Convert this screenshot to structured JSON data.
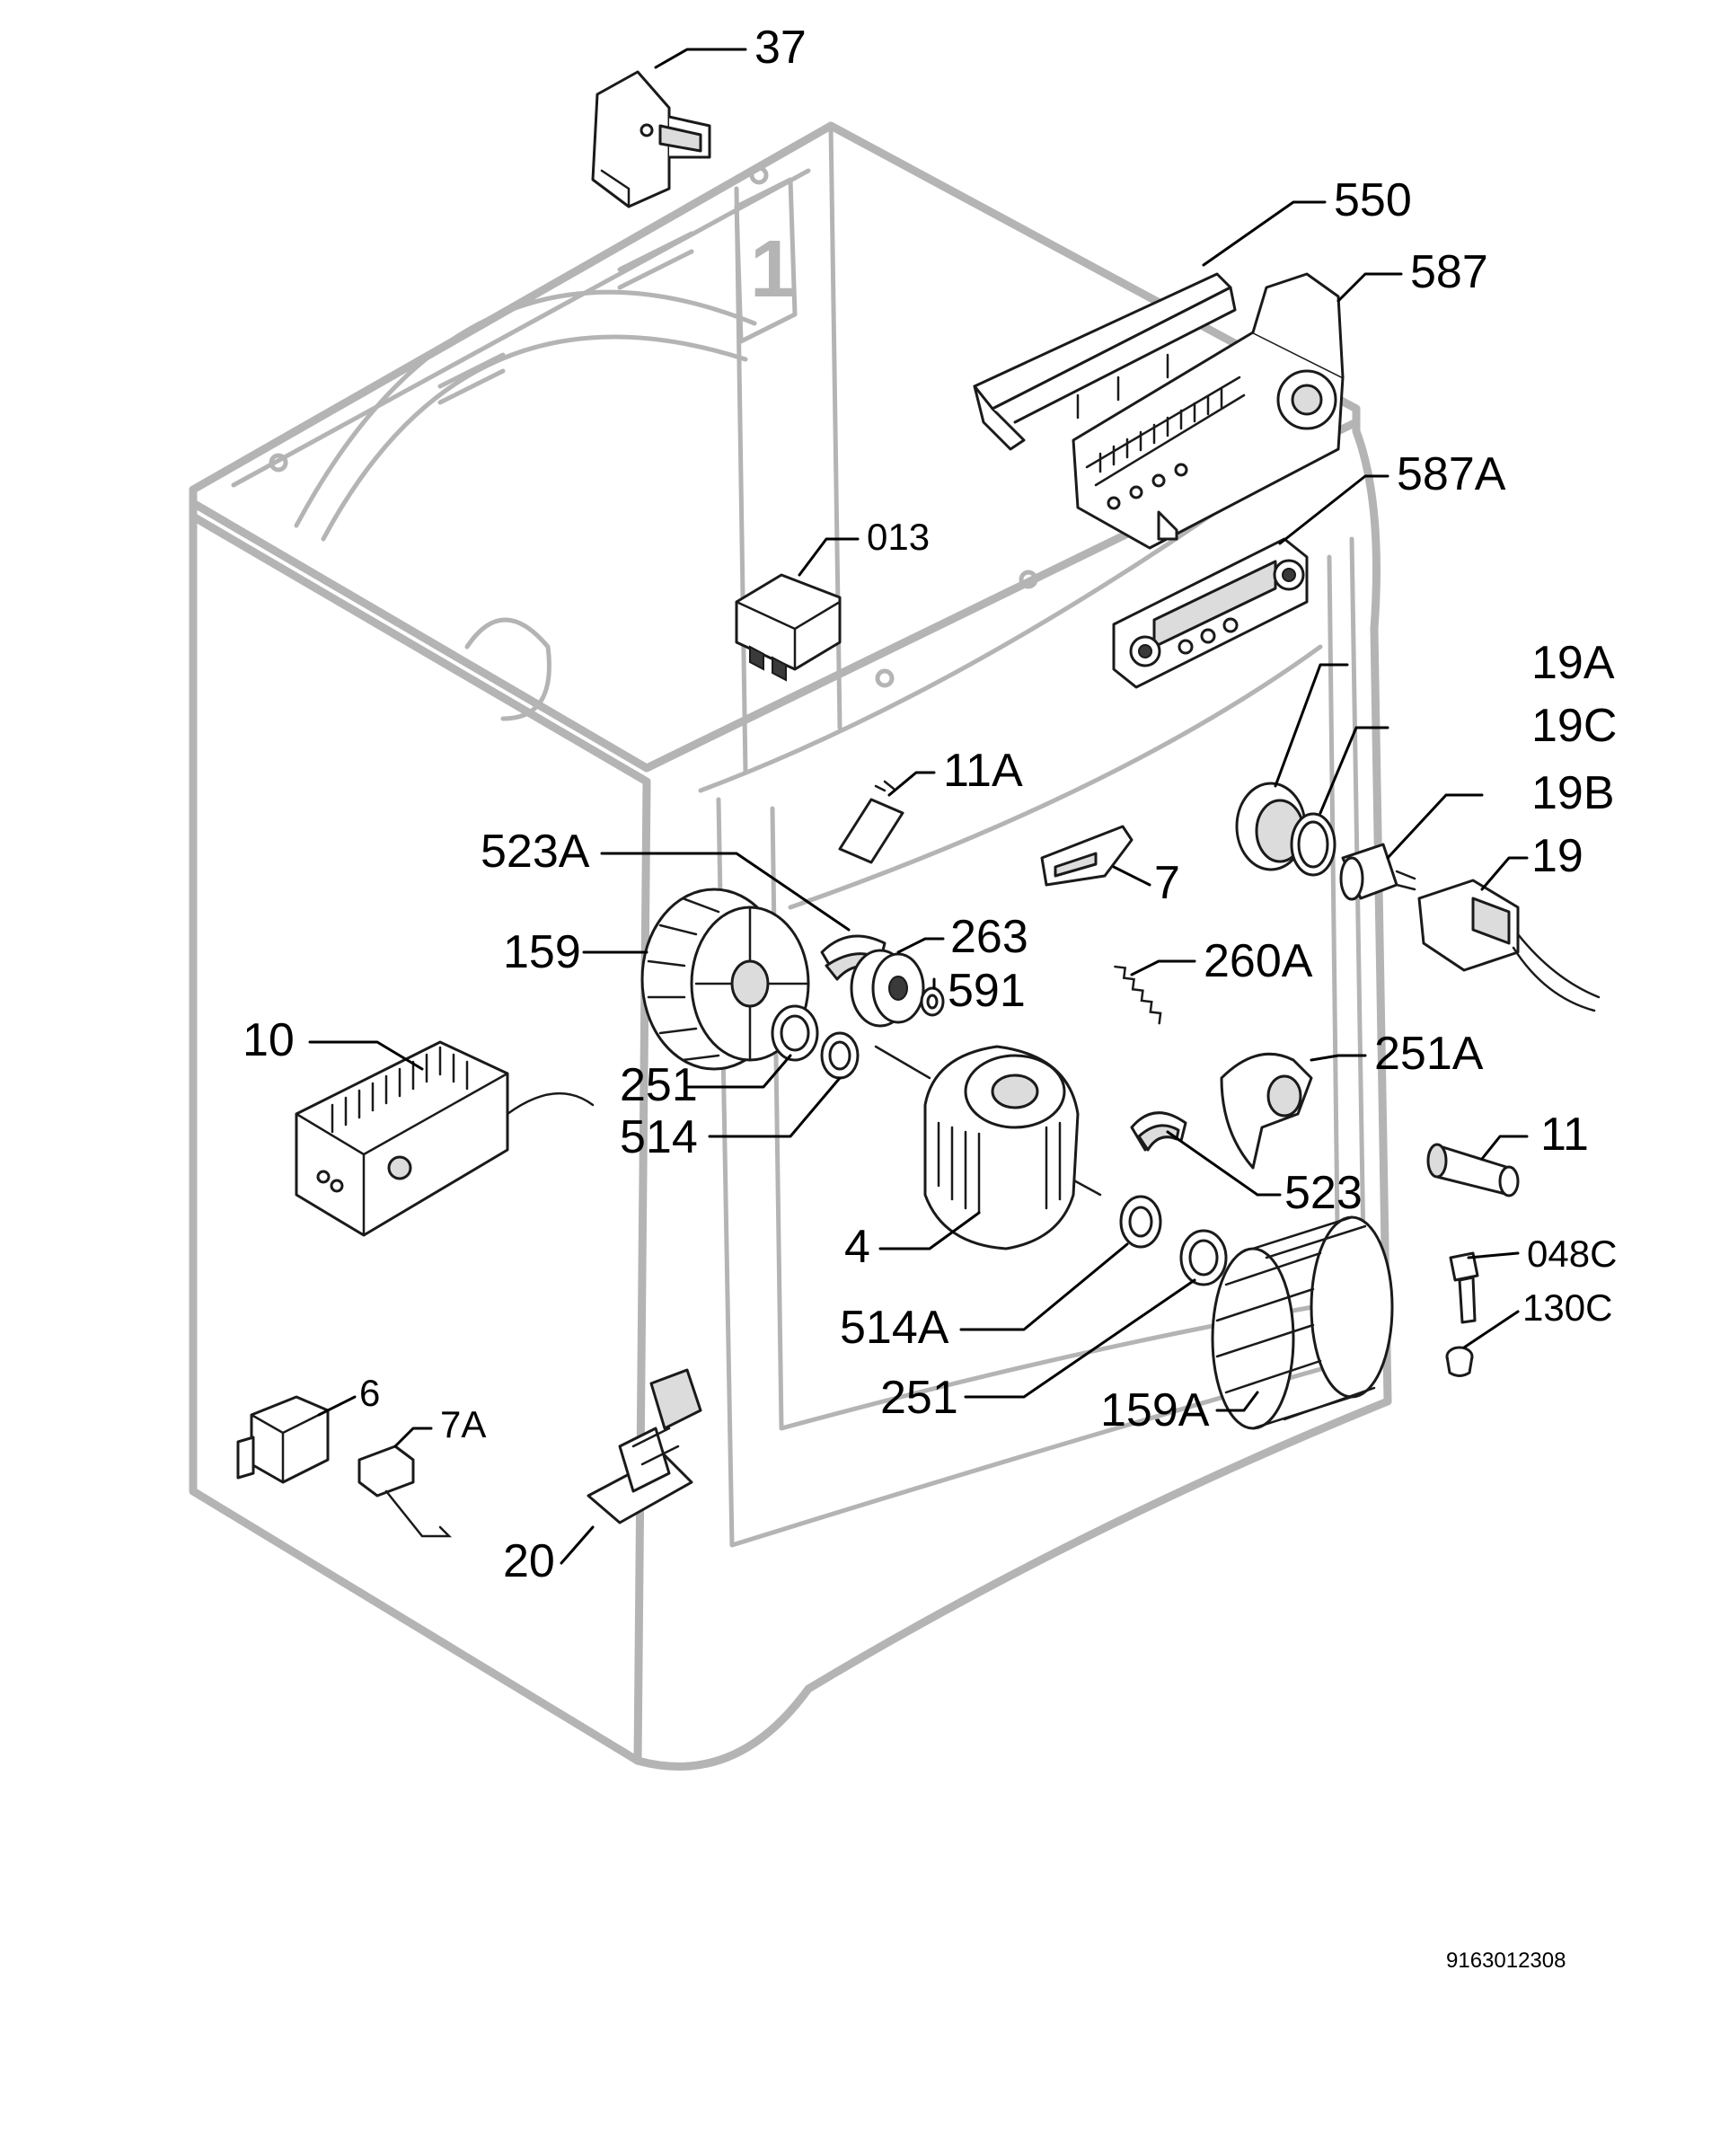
{
  "labels": {
    "p37": "37",
    "p550": "550",
    "p587": "587",
    "p587A": "587A",
    "p013": "013",
    "p19A": "19A",
    "p19C": "19C",
    "p19B": "19B",
    "p19": "19",
    "p11A": "11A",
    "p7": "7",
    "p523A": "523A",
    "p263": "263",
    "p159": "159",
    "p591": "591",
    "p260A": "260A",
    "p10": "10",
    "p251a": "251",
    "p514": "514",
    "p251A": "251A",
    "p11": "11",
    "p523": "523",
    "p4": "4",
    "p048C": "048C",
    "p130C": "130C",
    "p514A": "514A",
    "p251b": "251",
    "p159A": "159A",
    "p6": "6",
    "p7A": "7A",
    "p20": "20"
  },
  "document_number": "9163012308"
}
